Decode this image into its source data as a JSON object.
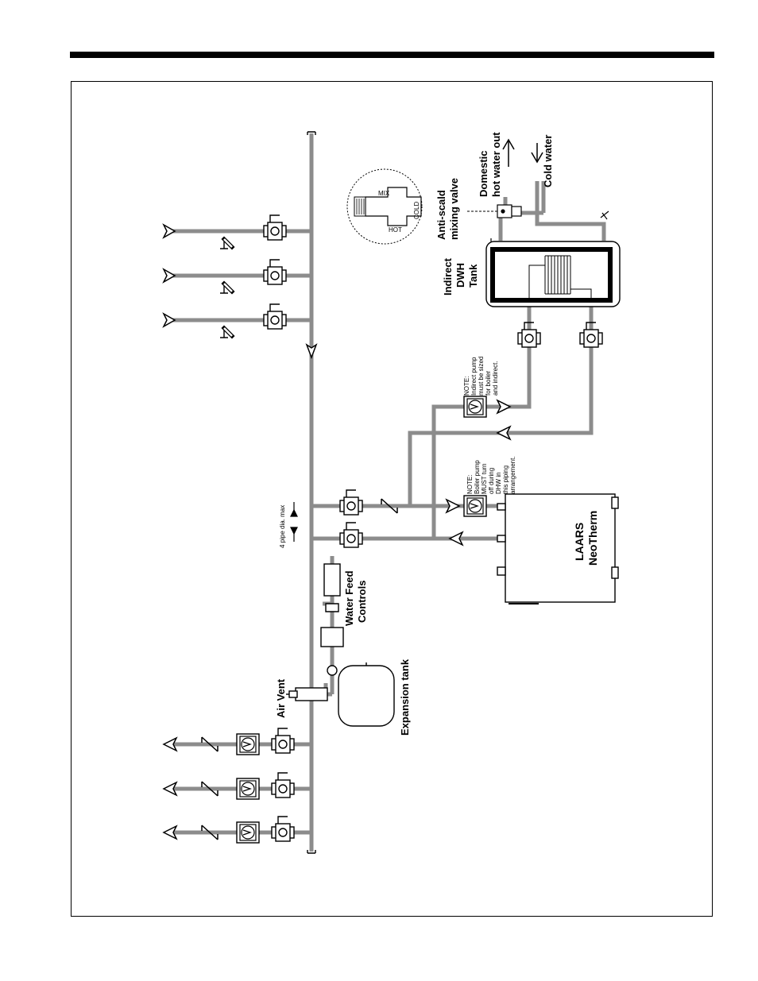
{
  "labels": {
    "domestic_hot_water_out": [
      "Domestic",
      "hot water out"
    ],
    "cold_water": "Cold water",
    "anti_scald_mixing_valve": [
      "Anti-scald",
      "mixing valve"
    ],
    "indirect_dwh_tank": [
      "Indirect",
      "DWH",
      "Tank"
    ],
    "mix": "MIX",
    "hot": "HOT",
    "cold": "COLD",
    "note_indirect_pump": [
      "NOTE:",
      "Indirect pump",
      "must be sized",
      "for boiler",
      "and indirect."
    ],
    "note_boiler_pump": [
      "NOTE:",
      "Boiler pump",
      "MUST turn",
      "off during",
      "DHW in",
      "this piping",
      "arrangement."
    ],
    "pipe_dia": "4 pipe dia. max",
    "boiler": [
      "LAARS",
      "NeoTherm"
    ],
    "water_feed_controls": [
      "Water Feed",
      "Controls"
    ],
    "air_vent": "Air Vent",
    "expansion_tank": "Expansion tank"
  },
  "colors": {
    "pipe": "#8c8c8c",
    "line": "#000000"
  }
}
